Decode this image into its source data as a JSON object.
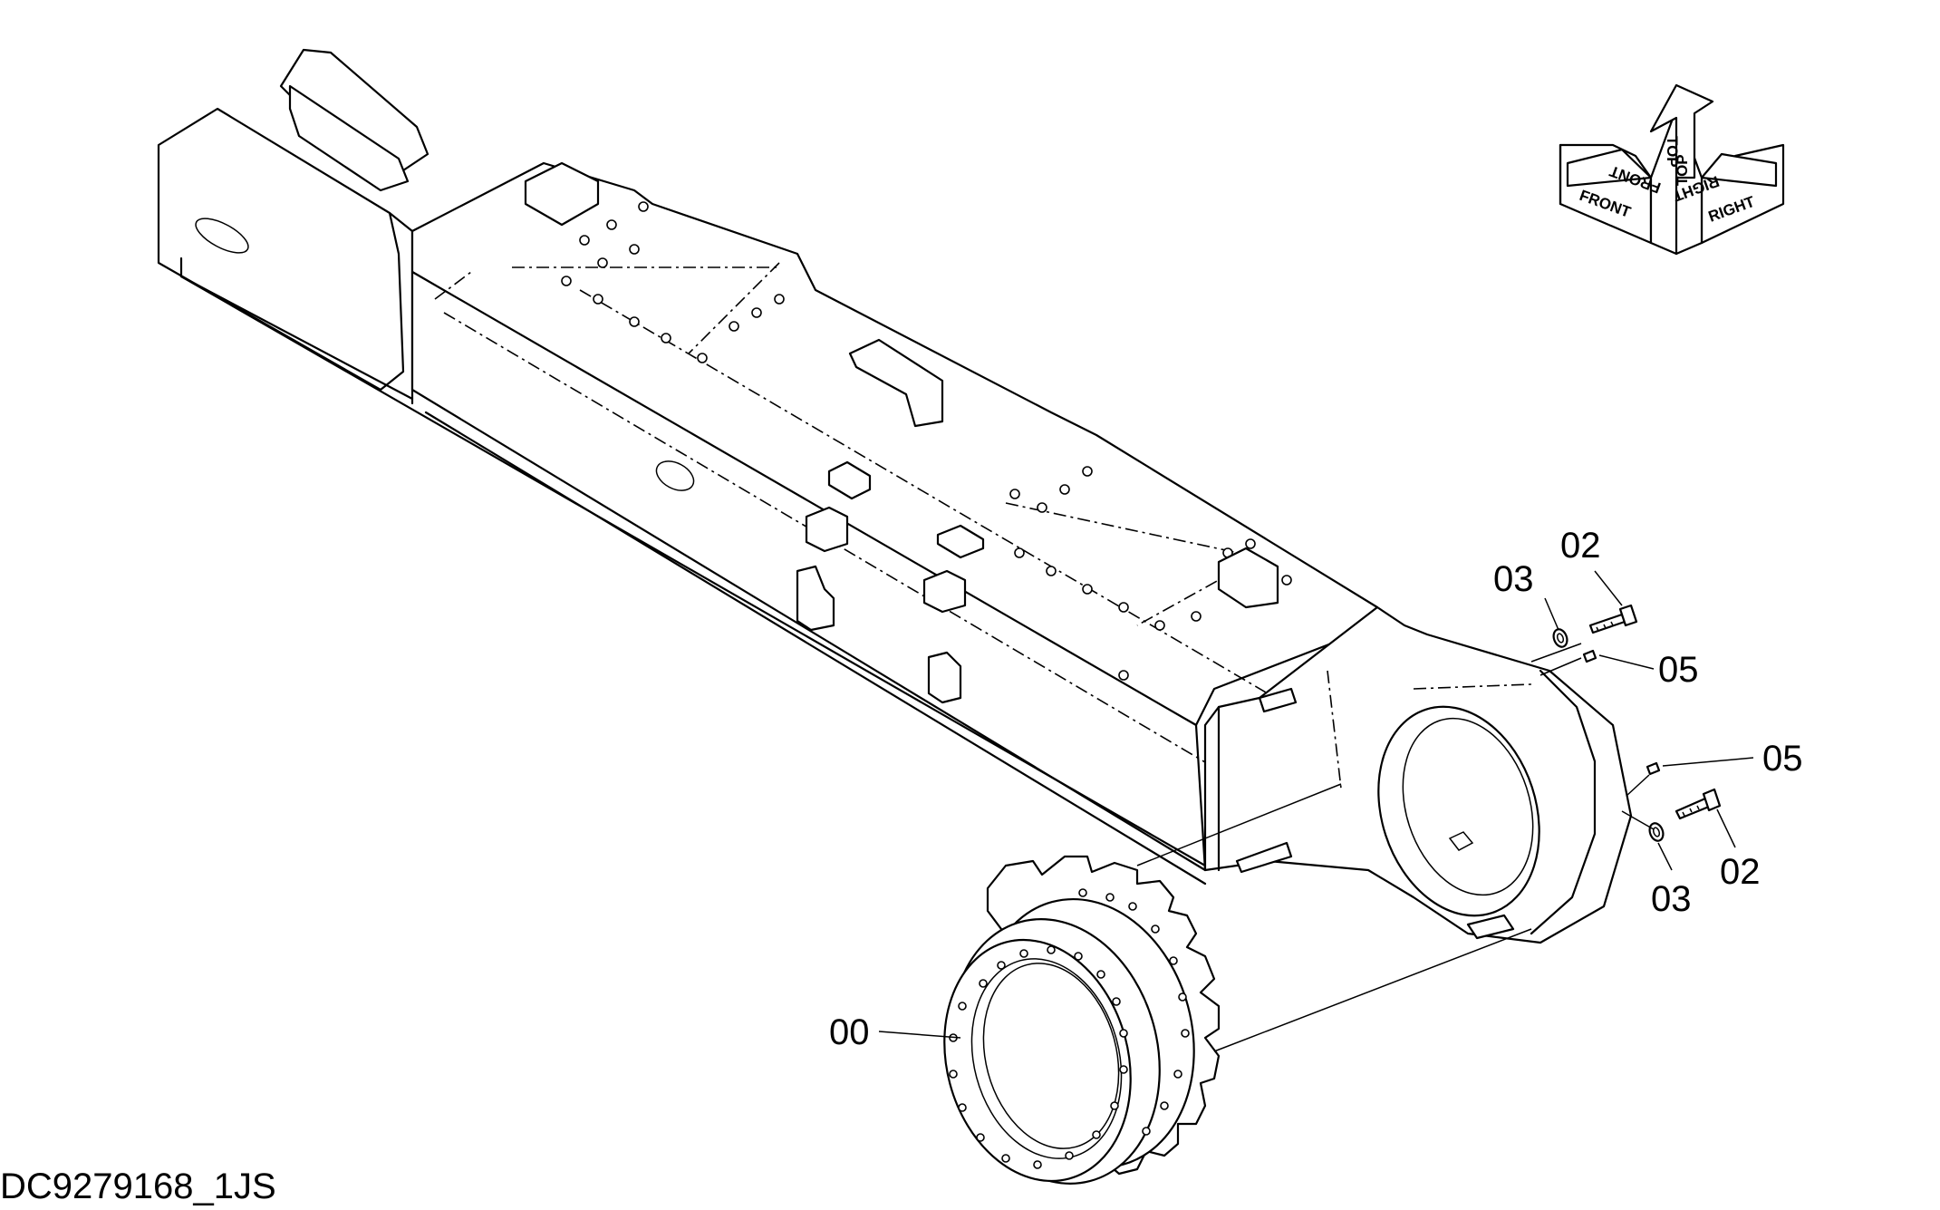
{
  "document_id": "DC9279168_1JS",
  "orientation_indicator": {
    "labels": [
      "FRONT",
      "TOP",
      "RIGHT"
    ]
  },
  "callouts": [
    {
      "id": "c00",
      "label": "00",
      "part": "travel-motor-sprocket-assembly"
    },
    {
      "id": "c02a",
      "label": "02",
      "part": "bolt"
    },
    {
      "id": "c03a",
      "label": "03",
      "part": "washer"
    },
    {
      "id": "c05a",
      "label": "05",
      "part": "pin"
    },
    {
      "id": "c05b",
      "label": "05",
      "part": "pin"
    },
    {
      "id": "c02b",
      "label": "02",
      "part": "bolt"
    },
    {
      "id": "c03b",
      "label": "03",
      "part": "washer"
    }
  ]
}
